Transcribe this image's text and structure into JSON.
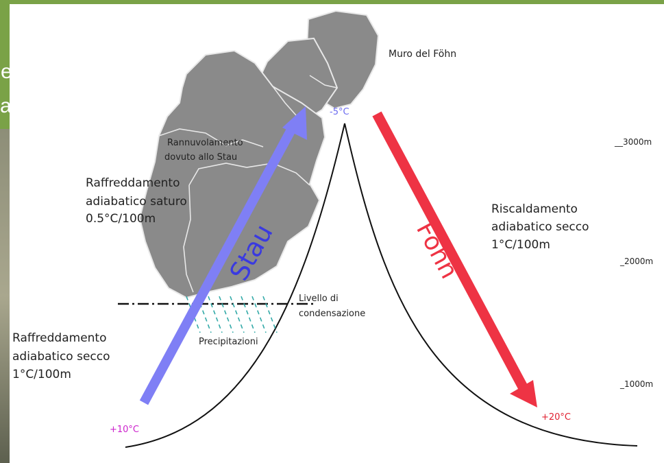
{
  "slide_text_fragments": [
    "e",
    "a"
  ],
  "labels": {
    "muro": "Muro del Föhn",
    "temp_top": "-5°C",
    "rannuvolamento_1": "Rannuvolamento",
    "rannuvolamento_2": "dovuto allo Stau",
    "raff_saturo_1": "Raffreddamento",
    "raff_saturo_2": "adiabatico saturo",
    "raff_saturo_3": "0.5°C/100m",
    "risc_secco_1": "Riscaldamento",
    "risc_secco_2": "adiabatico secco",
    "risc_secco_3": "1°C/100m",
    "raff_secco_1": "Raffreddamento",
    "raff_secco_2": "adiabatico secco",
    "raff_secco_3": "1°C/100m",
    "livello_1": "Livello di",
    "livello_2": "condensazione",
    "precipitazioni": "Precipitazioni",
    "stau": "Stau",
    "fohn": "Föhn",
    "temp_left": "+10°C",
    "temp_right": "+20°C"
  },
  "altitude_marks": [
    "__3000m",
    "_2000m",
    "_1000m"
  ],
  "colors": {
    "banner_green": "#7aa247",
    "cloud_gray": "#8a8a8a",
    "stau_blue": "#7f7ff5",
    "fohn_red": "#ee3344",
    "temp_blue": "#6a6af0",
    "temp_magenta": "#cc22cc",
    "temp_red": "#e02030",
    "rain_teal": "#33aaa8"
  }
}
